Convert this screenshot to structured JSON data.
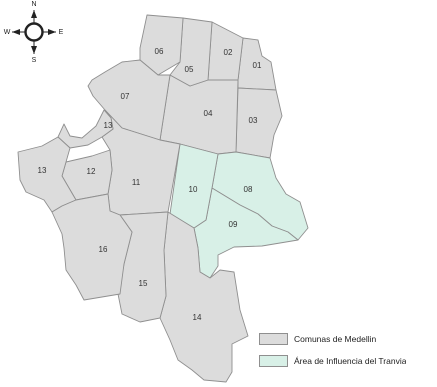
{
  "colors": {
    "comunas_fill": "#dcdcdc",
    "influence_fill": "#d8f0e7",
    "border": "#8f8f8f",
    "label": "#333333"
  },
  "compass": {
    "north": "N",
    "south": "S",
    "east": "E",
    "west": "W",
    "icon": "compass-rose-icon"
  },
  "communes": [
    {
      "id": "01",
      "label": "01",
      "in_influence_area": false
    },
    {
      "id": "02",
      "label": "02",
      "in_influence_area": false
    },
    {
      "id": "03",
      "label": "03",
      "in_influence_area": false
    },
    {
      "id": "04",
      "label": "04",
      "in_influence_area": false
    },
    {
      "id": "05",
      "label": "05",
      "in_influence_area": false
    },
    {
      "id": "06",
      "label": "06",
      "in_influence_area": false
    },
    {
      "id": "07",
      "label": "07",
      "in_influence_area": false
    },
    {
      "id": "08",
      "label": "08",
      "in_influence_area": true
    },
    {
      "id": "09",
      "label": "09",
      "in_influence_area": true
    },
    {
      "id": "10",
      "label": "10",
      "in_influence_area": true
    },
    {
      "id": "11",
      "label": "11",
      "in_influence_area": false
    },
    {
      "id": "12",
      "label": "12",
      "in_influence_area": false
    },
    {
      "id": "13",
      "label": "13",
      "in_influence_area": false
    },
    {
      "id": "13b",
      "label": "13",
      "in_influence_area": false
    },
    {
      "id": "14",
      "label": "14",
      "in_influence_area": false
    },
    {
      "id": "15",
      "label": "15",
      "in_influence_area": false
    },
    {
      "id": "16",
      "label": "16",
      "in_influence_area": false
    }
  ],
  "legend": {
    "items": [
      {
        "label": "Comunas de Medellin",
        "kind": "comunas"
      },
      {
        "label": "Área de Influencia del Tranvia",
        "kind": "influence"
      }
    ]
  }
}
